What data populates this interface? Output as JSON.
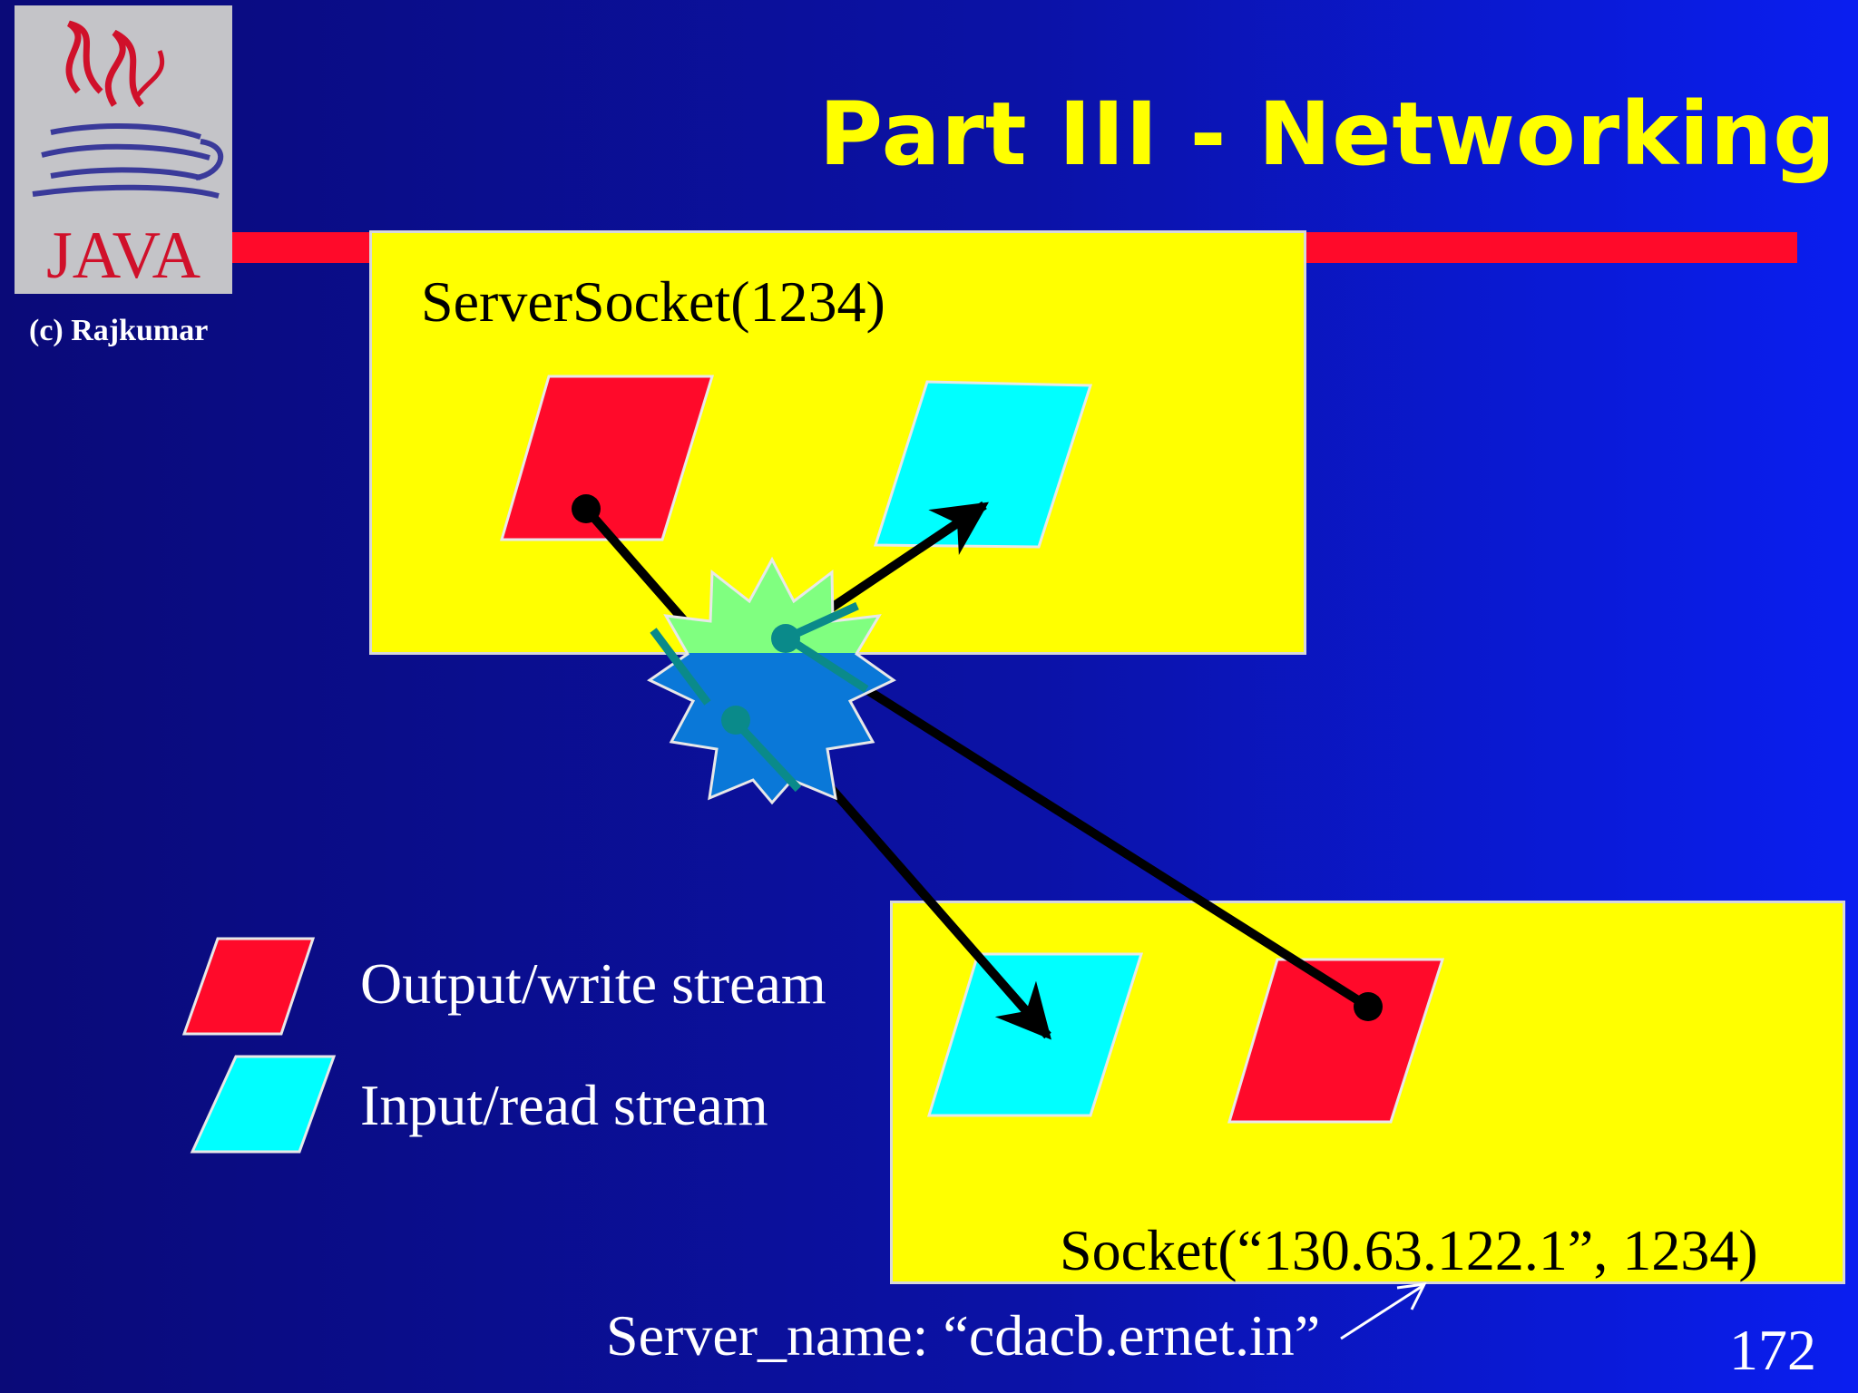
{
  "slide": {
    "title": "Part III - Networking",
    "credit": "(c) Rajkumar",
    "page_number": "172",
    "logo_text": "JAVA"
  },
  "diagram": {
    "server_socket_label": "ServerSocket(1234)",
    "client_socket_label": "Socket(“130.63.122.1”, 1234)",
    "server_name_label": "Server_name: “cdacb.ernet.in”"
  },
  "legend": {
    "output_label": "Output/write stream",
    "input_label": "Input/read stream"
  },
  "colors": {
    "background": "#0b12a6",
    "title": "#ffff00",
    "rule": "#ff0a2a",
    "box": "#ffff00",
    "output_stream": "#ff0a2a",
    "input_stream": "#00ffff",
    "star_top": "#80ff80",
    "star_bottom": "#0a78d8"
  }
}
